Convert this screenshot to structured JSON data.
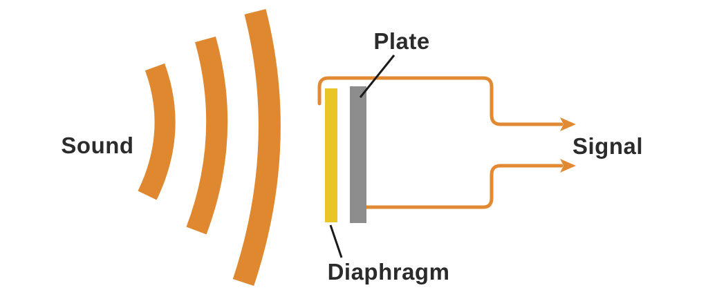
{
  "diagram": {
    "labels": {
      "sound": "Sound",
      "plate": "Plate",
      "diaphragm": "Diaphragm",
      "signal": "Signal"
    },
    "colors": {
      "wave_orange": "#E0882F",
      "wire_orange": "#E28A33",
      "diaphragm_yellow": "#EAC527",
      "plate_gray": "#8D8D8D",
      "pointer_line": "#1A1A1A",
      "label_text": "#2B2B2B",
      "background": "#FFFFFF"
    }
  }
}
